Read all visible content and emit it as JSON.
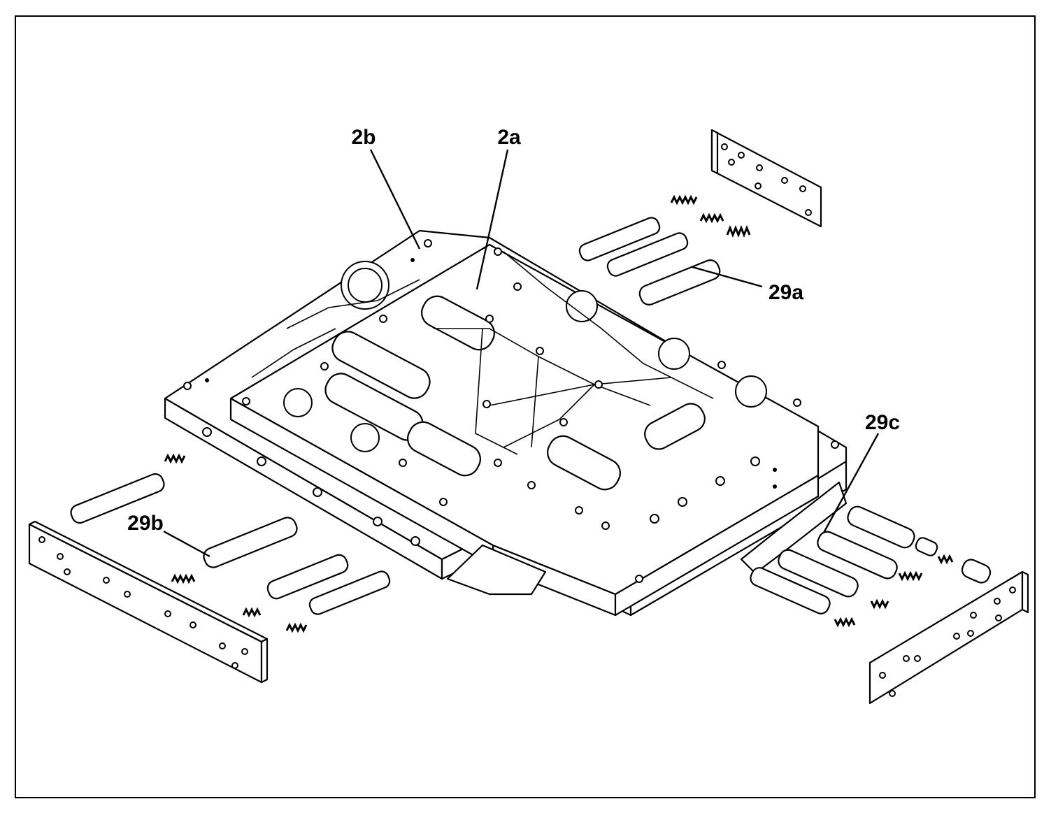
{
  "diagram": {
    "labels": {
      "label_2a": "2a",
      "label_2b": "2b",
      "label_29a": "29a",
      "label_29b": "29b",
      "label_29c": "29c"
    }
  }
}
